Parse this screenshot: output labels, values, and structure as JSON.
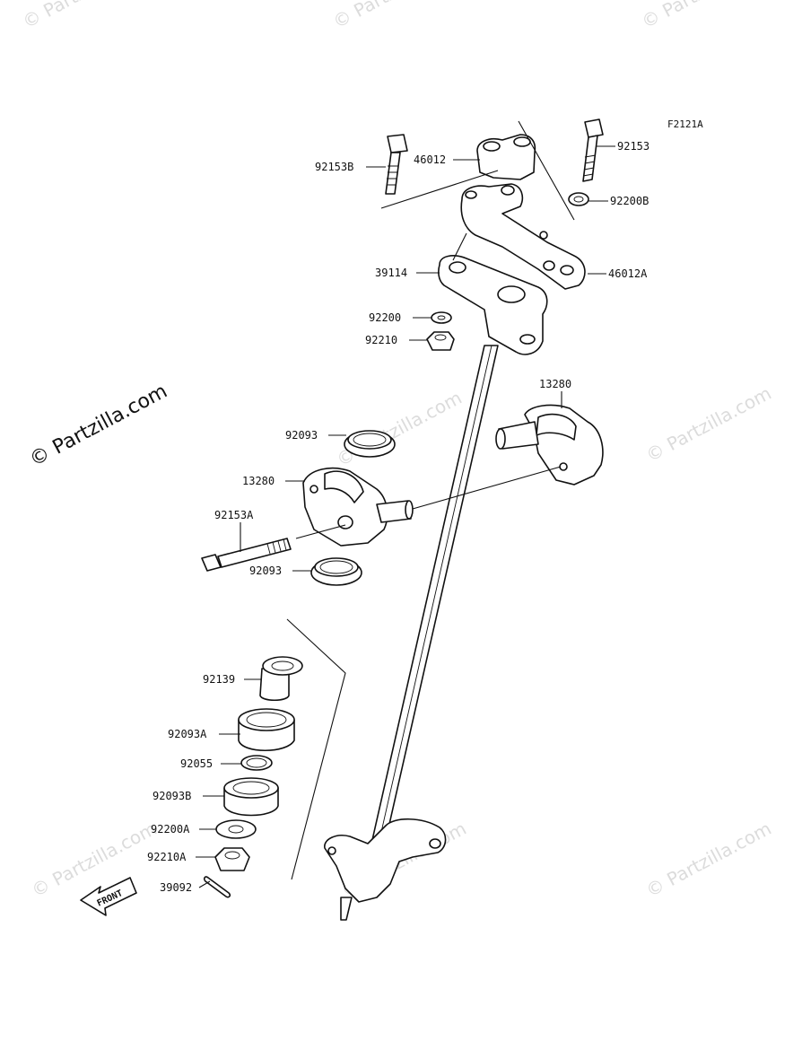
{
  "diagram": {
    "figure_code": "F2121A",
    "front_label": "FRONT",
    "watermark_main": "© Partzilla.com",
    "watermark_faint": "© Partzilla.com",
    "watermark_top": "© Partz",
    "labels": {
      "p92153B": "92153B",
      "p46012": "46012",
      "p92153": "92153",
      "p92200B": "92200B",
      "p39114": "39114",
      "p46012A": "46012A",
      "p92200": "92200",
      "p92210": "92210",
      "p13280_upper": "13280",
      "p92093_upper": "92093",
      "p13280_lower": "13280",
      "p92153A": "92153A",
      "p92093_lower": "92093",
      "p92139": "92139",
      "p92093A": "92093A",
      "p92055": "92055",
      "p92093B": "92093B",
      "p92200A": "92200A",
      "p92210A": "92210A",
      "p39092": "39092"
    }
  }
}
